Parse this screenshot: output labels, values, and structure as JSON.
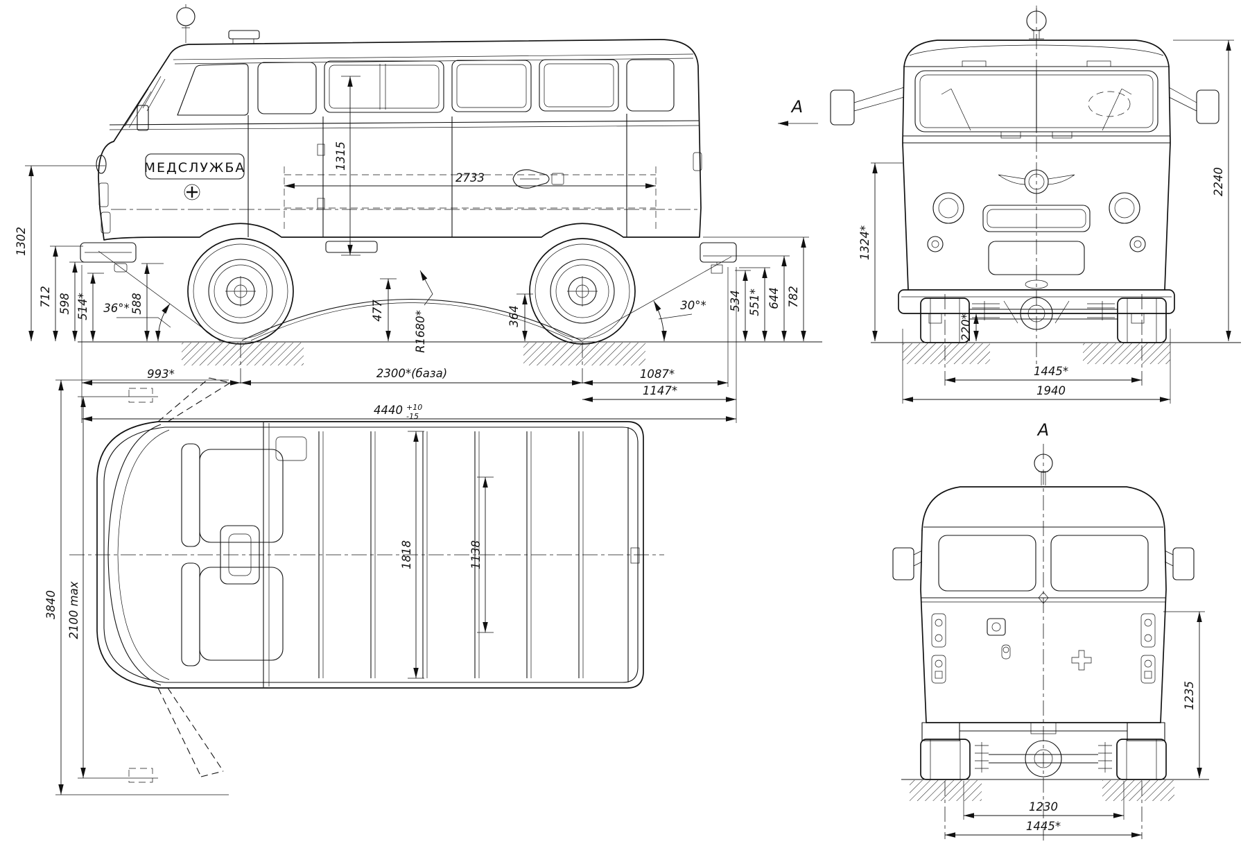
{
  "drawing": {
    "sign_text": "МЕДСЛУЖБА",
    "view_label": "A",
    "side_view": {
      "dim_height_cab": "1302",
      "dim_bumper_top": "712",
      "dim_bumper_bottom": "598",
      "dim_step": "514*",
      "dim_front_clearance": "588",
      "angle_approach": "36°*",
      "angle_departure": "30°*",
      "dim_interior_height": "1315",
      "dim_interior_length": "2733",
      "dim_underbody_front": "477",
      "dim_ramp_radius": "R1680*",
      "dim_underbody_rear": "364",
      "dim_rear_1": "534",
      "dim_rear_2": "551*",
      "dim_rear_3": "644",
      "dim_rear_4": "782",
      "dim_front_overhang": "993*",
      "dim_wheelbase": "2300*(база)",
      "dim_rear_overhang_1": "1087*",
      "dim_rear_overhang_2": "1147*",
      "dim_overall_length": "4440",
      "dim_overall_length_tol_plus": "+10",
      "dim_overall_length_tol_minus": "-15"
    },
    "front_view": {
      "dim_overall_height": "2240",
      "dim_cab_height": "1324*",
      "dim_bumper_step": "220*",
      "dim_track": "1445*",
      "dim_overall_width": "1940"
    },
    "top_view": {
      "dim_doors_open_envelope": "3840",
      "dim_doors_open_width": "2100 max",
      "dim_roof_length": "1818",
      "dim_roof_width": "1138"
    },
    "rear_view": {
      "view_label": "A",
      "dim_loading_height": "1235",
      "dim_track_inner": "1230",
      "dim_track": "1445*"
    }
  }
}
